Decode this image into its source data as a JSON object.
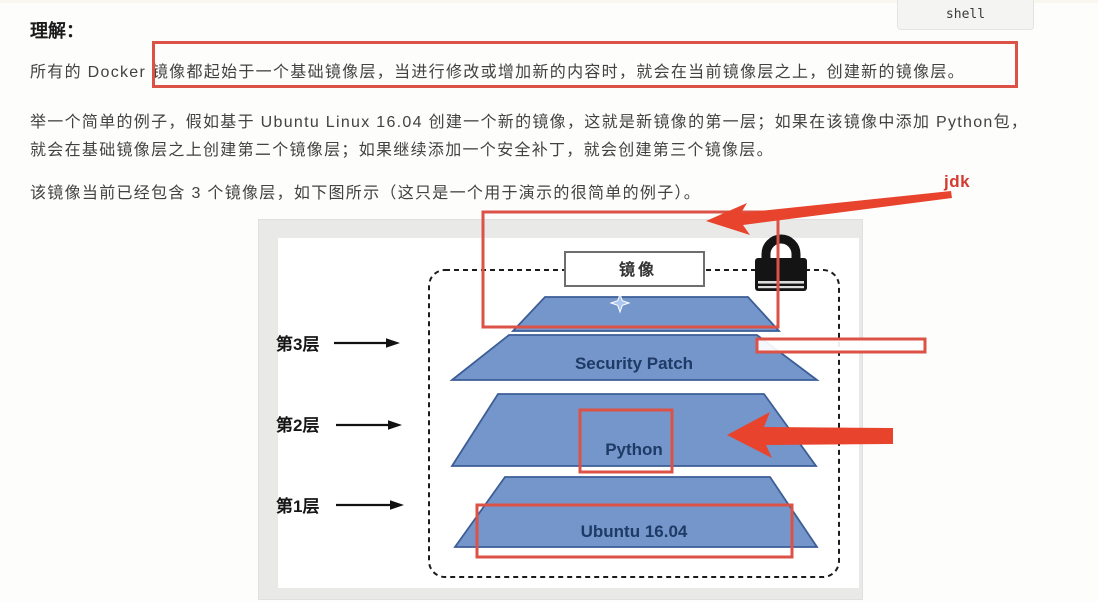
{
  "header": {
    "code_language_label": "shell"
  },
  "content": {
    "heading": "理解：",
    "p1": "所有的 Docker 镜像都起始于一个基础镜像层，当进行修改或增加新的内容时，就会在当前镜像层之上，创建新的镜像层。",
    "p2_line1": "举一个简单的例子，假如基于 Ubuntu Linux 16.04 创建一个新的镜像，这就是新镜像的第一层；如果在该镜像中添加 Python包，",
    "p2_line2": "就会在基础镜像层之上创建第二个镜像层；如果继续添加一个安全补丁，就会创建第三个镜像层。",
    "p3": "该镜像当前已经包含 3 个镜像层，如下图所示（这只是一个用于演示的很简单的例子）。"
  },
  "annotations": {
    "jdk_label": "jdk",
    "highlight_color": "#dc5246",
    "arrow_color": "#e8432d"
  },
  "diagram": {
    "image_label": "镜像",
    "layer_rows": [
      {
        "label": "第3层",
        "name": "Security Patch"
      },
      {
        "label": "第2层",
        "name": "Python"
      },
      {
        "label": "第1层",
        "name": "Ubuntu 16.04"
      }
    ],
    "colors": {
      "layer_fill": "#7596ca",
      "layer_stroke": "#3d5d97",
      "layer_text": "#1e3a66"
    },
    "icons": {
      "lock": "padlock-icon",
      "cursor": "sparkle-cursor-icon"
    }
  }
}
